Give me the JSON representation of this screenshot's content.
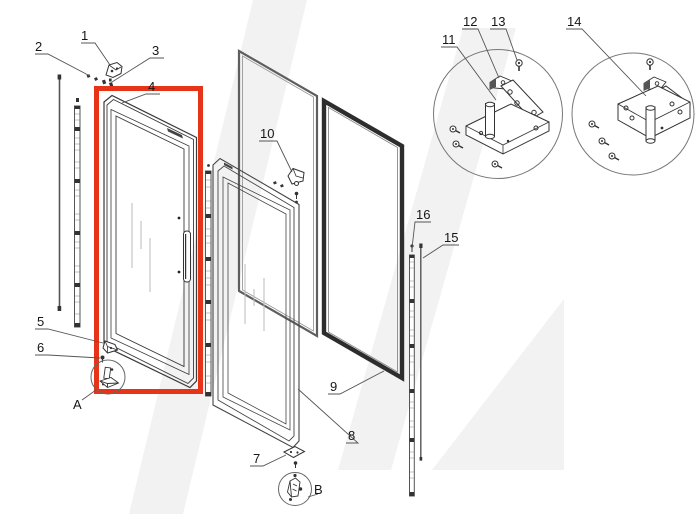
{
  "diagram": {
    "highlighted_part_label": "4"
  },
  "colors": {
    "highlight_box": "#e73419",
    "line": "#3a3a3a",
    "seal_dark": "#2d2d2d",
    "watermark": "#f2f2f2"
  },
  "part_labels": {
    "p1": "1",
    "p2": "2",
    "p3": "3",
    "p4": "4",
    "p5": "5",
    "p6": "6",
    "p7": "7",
    "p8": "8",
    "p9": "9",
    "p10": "10",
    "p11": "11",
    "p12": "12",
    "p13": "13",
    "p14": "14",
    "p15": "15",
    "p16": "16",
    "detail_a": "A",
    "detail_b": "B"
  }
}
